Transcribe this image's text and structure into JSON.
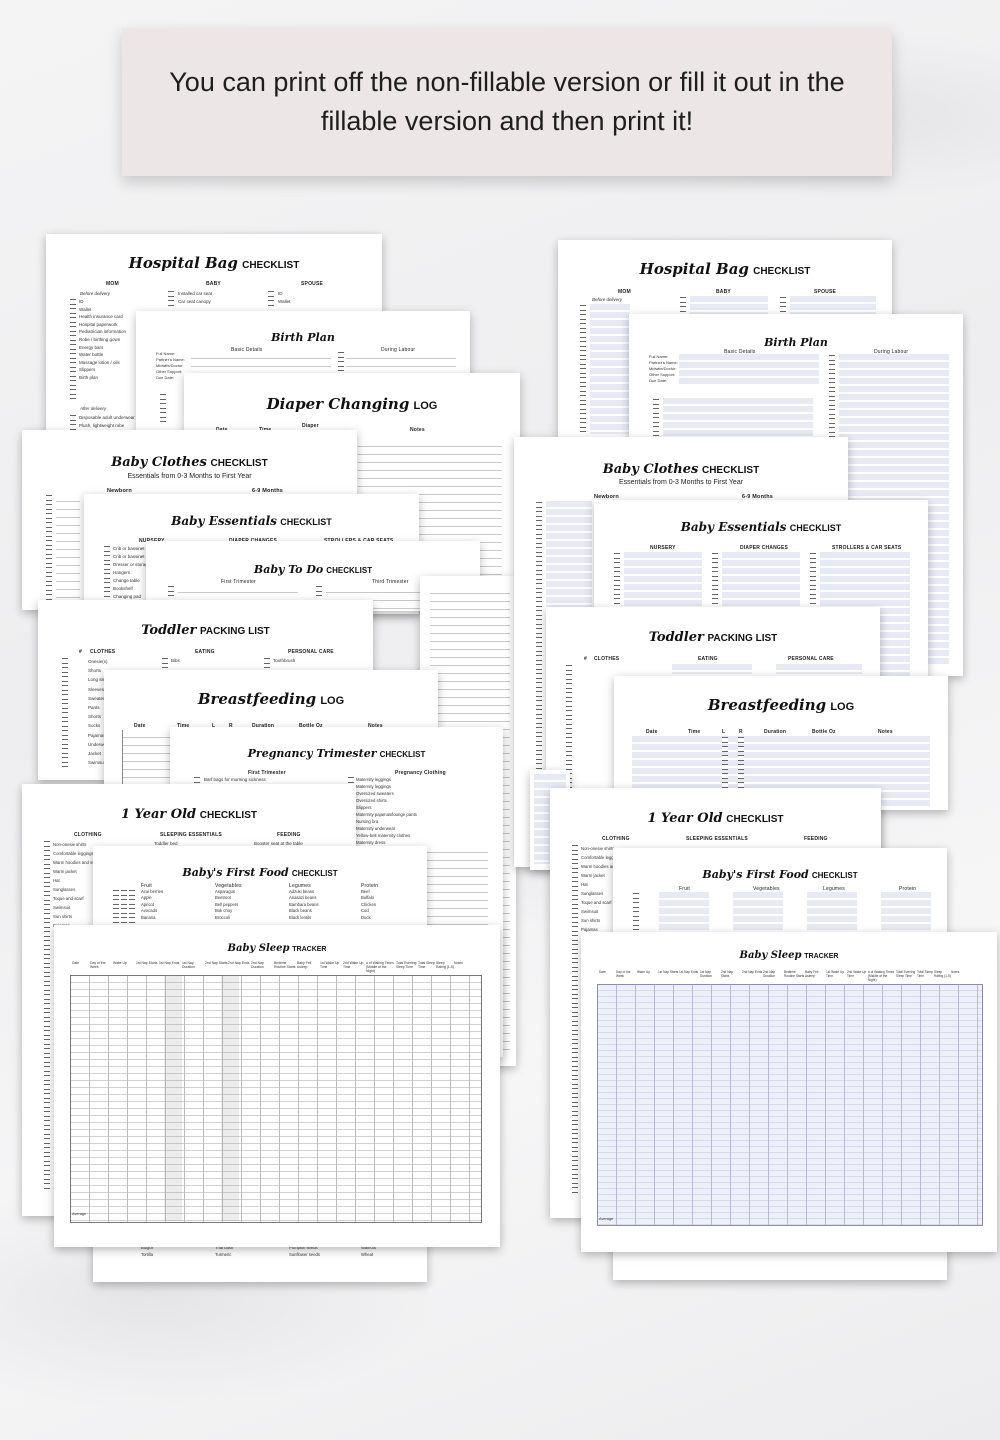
{
  "banner": {
    "text": "You can print off the non-fillable version or fill it out in the fillable version and then print it!"
  },
  "titles": {
    "hospital_bag": {
      "script": "Hospital Bag",
      "caps": "CHECKLIST"
    },
    "birth_plan": {
      "script": "Birth Plan",
      "caps": ""
    },
    "diaper_changing": {
      "script": "Diaper Changing",
      "caps": "LOG"
    },
    "baby_clothes": {
      "script": "Baby Clothes",
      "caps": "CHECKLIST"
    },
    "baby_clothes_sub": "Essentials from 0-3 Months to First Year",
    "baby_essentials": {
      "script": "Baby Essentials",
      "caps": "CHECKLIST"
    },
    "baby_todo": {
      "script": "Baby To Do",
      "caps": "CHECKLIST"
    },
    "toddler_packing": {
      "script": "Toddler",
      "caps": "PACKING LIST"
    },
    "breastfeeding": {
      "script": "Breastfeeding",
      "caps": "LOG"
    },
    "pregnancy_trimester": {
      "script": "Pregnancy Trimester",
      "caps": "CHECKLIST"
    },
    "one_year_old": {
      "script": "1 Year Old",
      "caps": "CHECKLIST"
    },
    "first_food": {
      "script": "Baby's First Food",
      "caps": "CHECKLIST"
    },
    "sleep_tracker": {
      "script": "Baby Sleep",
      "caps": "TRACKER"
    }
  },
  "headers": {
    "hospital_bag": [
      "MOM",
      "BABY",
      "SPOUSE"
    ],
    "before_delivery": "Before delivery",
    "after_delivery": "After delivery",
    "birth_plan": [
      "Basic Details",
      "During Labour"
    ],
    "diaper": [
      "Date",
      "Time",
      "Diaper",
      "Notes"
    ],
    "baby_clothes": [
      "Newborn",
      "6-9 Months"
    ],
    "baby_essentials": [
      "NURSERY",
      "DIAPER CHANGES",
      "STROLLERS & CAR SEATS"
    ],
    "baby_todo": [
      "First Trimester",
      "Third Trimester"
    ],
    "toddler": [
      "#",
      "CLOTHES",
      "EATING",
      "PERSONAL CARE"
    ],
    "breastfeeding": [
      "Date",
      "Time",
      "L",
      "R",
      "Duration",
      "Bottle Oz",
      "Notes"
    ],
    "pregnancy": [
      "First Trimester",
      "Pregnancy Clothing"
    ],
    "one_year_old": [
      "CLOTHING",
      "SLEEPING ESSENTIALS",
      "FEEDING"
    ],
    "first_food": [
      "Fruit",
      "Vegetables",
      "Legumes",
      "Protein"
    ],
    "sleep_tracker": [
      "Date",
      "Day of the Week",
      "Wake Up",
      "1st Nap Starts",
      "1st Nap Ends",
      "1st Nap Duration",
      "2nd Nap Starts",
      "2nd Nap Ends",
      "2nd Nap Duration",
      "Bedtime Routine Starts",
      "Baby Fell Asleep",
      "1st Wake Up Time",
      "2nd Wake Up Time",
      "# of Waking Times (Middle of the Night)",
      "Total Evening Sleep Time",
      "Total Sleep Time",
      "Sleep Rating (1-5)",
      "Notes"
    ],
    "average": "Average"
  },
  "items": {
    "hospital_mom": [
      "ID",
      "Wallet",
      "Health insurance card",
      "Hospital paperwork",
      "Pediatrician information",
      "Robe / birthing gown",
      "Energy bars",
      "Water bottle",
      "Massage lotion / oils",
      "Slippers",
      "Birth plan"
    ],
    "hospital_mom_after": [
      "Disposable adult underwear",
      "Plush, lightweight robe"
    ],
    "hospital_baby": [
      "Installed car seat",
      "Car seat canopy"
    ],
    "hospital_spouse": [
      "ID",
      "Wallet"
    ],
    "birth_plan_fields": [
      "Full Name:",
      "Partner's Name:",
      "Midwife/Doctor:",
      "Other Support:",
      "Due Date:"
    ],
    "essentials_nursery": [
      "Crib or bassinet",
      "Crib or bassinet",
      "Dresser or storage",
      "Hangers",
      "Change table",
      "Bookshelf",
      "Changing pad"
    ],
    "toddler_clothes": [
      "Onesie(s)",
      "Shorts",
      "Long sleeve",
      "Sleeves",
      "Sweater",
      "Pants",
      "Shorts",
      "Socks",
      "Pajamas",
      "Underwear",
      "Jacket",
      "Swimsuit"
    ],
    "toddler_eating": [
      "Bibs"
    ],
    "toddler_care": [
      "Toothbrush"
    ],
    "pregnancy_first": [
      "Barf bags for morning sickness"
    ],
    "pregnancy_clothing": [
      "Maternity leggings",
      "Maternity leggings",
      "Oversized sweaters",
      "Oversized shirts",
      "Slippers",
      "Maternity pajamas/lounge pants",
      "Nursing bra",
      "Maternity underwear",
      "Yellow-belt maternity clothes",
      "Maternity dress"
    ],
    "one_year_clothing": [
      "Non-onesie shirts",
      "Comfortable leggings",
      "Warm hoodies and sweaters",
      "Warm jacket",
      "Hat",
      "Sunglasses",
      "Toque and scarf",
      "Swimsuit",
      "Sun shirts",
      "Pajamas"
    ],
    "one_year_sleep": [
      "Toddler bed"
    ],
    "one_year_feed": [
      "Booster seat at the table"
    ],
    "food_fruit": [
      "Acai berries",
      "Apple",
      "Apricot",
      "Avocado",
      "Banana"
    ],
    "food_veg": [
      "Asparagus",
      "Beetroot",
      "Bell peppers",
      "Bok choy",
      "Broccoli"
    ],
    "food_legume": [
      "Adzuki beans",
      "Anasazi beans",
      "Bambara beans",
      "Black beans",
      "Black lentils"
    ],
    "food_protein": [
      "Beef",
      "Buffalo",
      "Chicken",
      "Cod",
      "Duck"
    ],
    "food_bottom": [
      "Bulgur",
      "Tortilla",
      "Thai basil",
      "Turmeric",
      "Pumpkin seeds",
      "Sunflower seeds",
      "Walnuts",
      "Wheat"
    ]
  },
  "colors": {
    "fill_line": "#e7e9f5",
    "ink": "#111111",
    "banner_bg": "#ece7e6"
  }
}
